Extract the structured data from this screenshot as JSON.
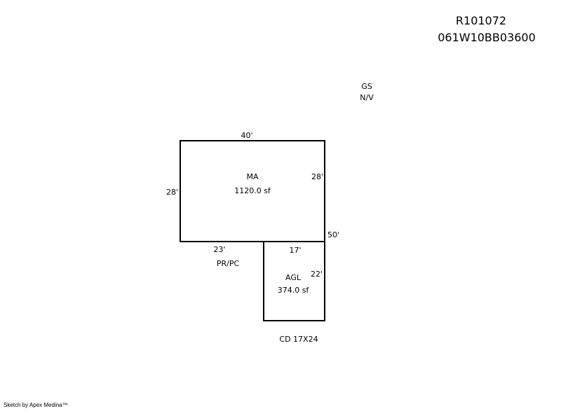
{
  "header": {
    "account": "R101072",
    "map_taxlot": "061W10BB03600"
  },
  "notes": {
    "line1": "GS",
    "line2": "N/V"
  },
  "areas": [
    {
      "code": "MA",
      "area": "1120.0 sf",
      "dims": {
        "top": "40'",
        "left": "28'",
        "right": "28'",
        "bottom": "23'"
      }
    },
    {
      "code": "AGL",
      "area": "374.0 sf",
      "dims": {
        "top": "17'",
        "right": "22'",
        "corner": "50'"
      }
    }
  ],
  "labels": {
    "porch": "PR/PC",
    "deck": "CD 17X24"
  },
  "credit": "Sketch by Apex Medina™"
}
